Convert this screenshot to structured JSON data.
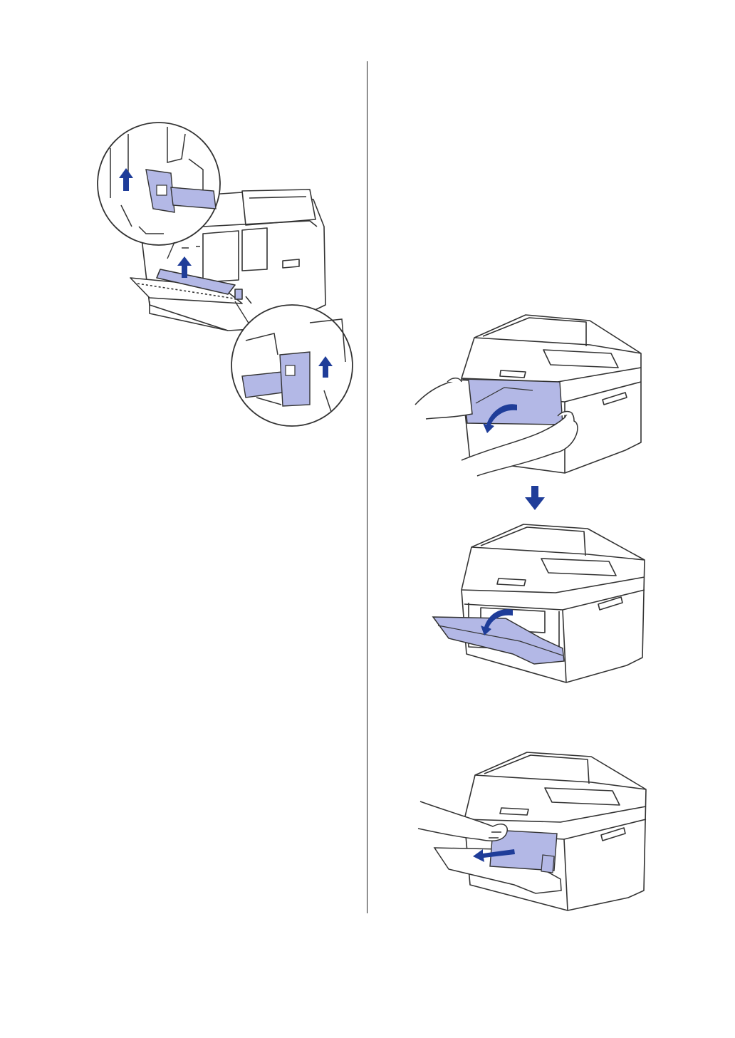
{
  "page": {
    "background": "#ffffff",
    "divider_color": "#222222"
  },
  "colors": {
    "highlight": "#b3b8e6",
    "arrow": "#1f3d99",
    "line": "#333333"
  },
  "figures": [
    {
      "id": "rear-levers",
      "icon": "printer-rear-fuser-levers-illustration"
    },
    {
      "id": "front-cover-open",
      "icon": "printer-front-cover-open-illustration"
    },
    {
      "id": "flow-arrow",
      "icon": "down-arrow-icon"
    },
    {
      "id": "front-cover-opened",
      "icon": "printer-cover-opened-illustration"
    },
    {
      "id": "drum-removal",
      "icon": "printer-drum-removal-illustration"
    }
  ]
}
